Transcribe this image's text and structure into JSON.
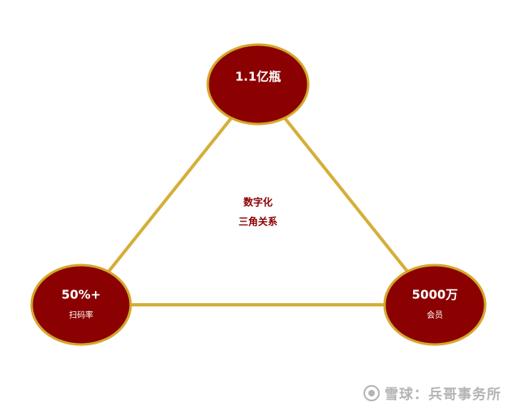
{
  "diagram": {
    "nodes": [
      {
        "value": "1.1亿瓶",
        "label": ""
      },
      {
        "value": "50%+",
        "label": "扫码率"
      },
      {
        "value": "5000万",
        "label": "会员"
      }
    ],
    "center": {
      "line1": "数字化",
      "line2": "三角关系"
    }
  },
  "colors": {
    "node_fill": "#8b0000",
    "node_border": "#d4a72c",
    "edge": "#d4af37",
    "center_text": "#8b0000"
  },
  "watermark": {
    "icon": "snowball-logo-icon",
    "text": "雪球：兵哥事务所"
  }
}
